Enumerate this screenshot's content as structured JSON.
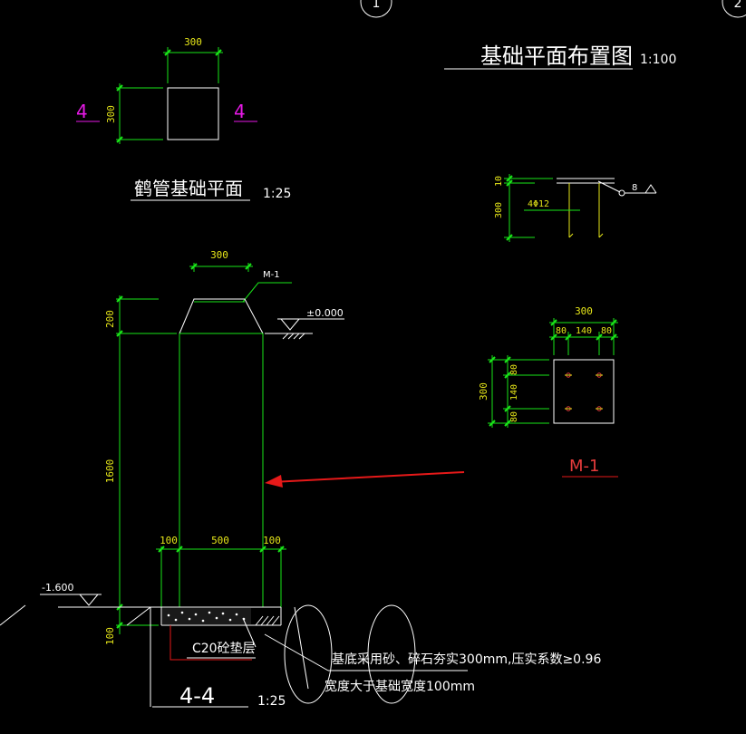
{
  "texts": {
    "plan_title": "基础平面布置图",
    "plan_scale": "1:100",
    "axis_1": "1",
    "axis_2": "2",
    "top_dim_300": "300",
    "top_dim_300_v": "300",
    "section_mark_left": "4",
    "section_mark_right": "4",
    "crane_title": "鹤管基础平面",
    "crane_scale": "1:25",
    "sec_dim_300": "300",
    "sec_dim_200": "200",
    "sec_dim_1600": "1600",
    "sec_dim_100_left": "100",
    "sec_dim_500": "500",
    "sec_dim_100_right": "100",
    "sec_dim_100_bottom": "100",
    "elev_top": "±0.000",
    "elev_bottom": "-1.600",
    "m1_leader": "M-1",
    "cushion_label": "C20砼垫层",
    "note_line1": "基底采用砂、碎石夯实300mm,压实系数≥0.96",
    "note_line2": "宽度大于基础宽度100mm",
    "section_label": "4-4",
    "section_scale": "1:25",
    "anchor_dim_10": "10",
    "anchor_dim_300": "300",
    "anchor_bar": "4Φ12",
    "anchor_8": "8",
    "plate_dim_300": "300",
    "plate_dim_80a": "80",
    "plate_dim_140": "140",
    "plate_dim_80b": "80",
    "plate_dim_300_v": "300",
    "plate_dim_80c": "80",
    "plate_dim_140_v": "140",
    "plate_dim_80d": "80",
    "plate_label": "M-1"
  },
  "colors": {
    "background": "#000000",
    "dimension": "#19e619",
    "text_dimension": "#e6e619",
    "outline": "#ffffff",
    "section_mark": "#e619e6",
    "annotation_red": "#e61919"
  }
}
